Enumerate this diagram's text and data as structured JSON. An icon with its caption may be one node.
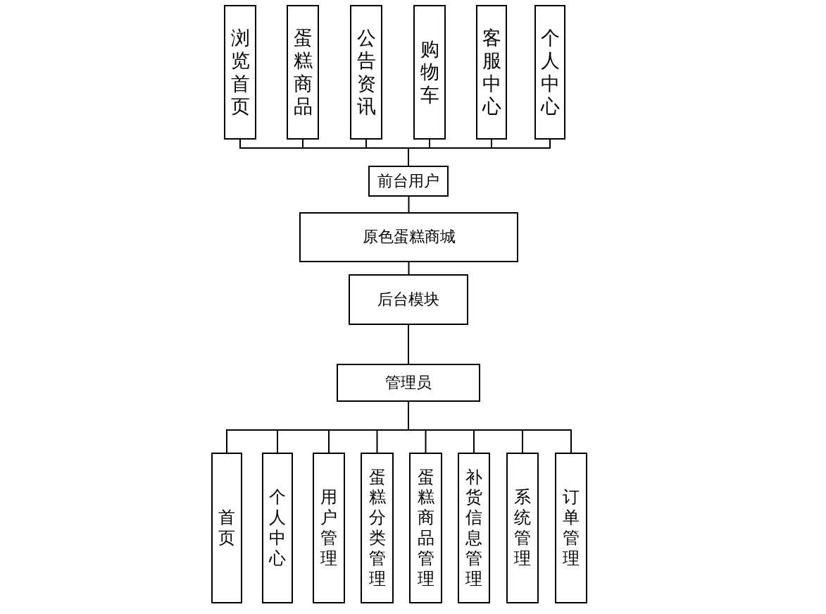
{
  "diagram": {
    "nodes": [
      {
        "text": [
          "浏览首页"
        ]
      },
      {
        "text": [
          "蛋糕商品"
        ]
      },
      {
        "text": [
          "公告资讯"
        ]
      },
      {
        "text": [
          "购物车"
        ]
      },
      {
        "text": [
          "客服中心"
        ]
      },
      {
        "text": [
          "个人中心"
        ]
      },
      {
        "text": [
          "前台用户"
        ]
      },
      {
        "text": [
          "原色蛋糕商城"
        ]
      },
      {
        "text": [
          "后台模块"
        ]
      },
      {
        "text": [
          "管理员"
        ]
      },
      {
        "text": [
          "首页"
        ]
      },
      {
        "text": [
          "个人中心"
        ]
      },
      {
        "text": [
          "用户管理"
        ]
      },
      {
        "text": [
          "蛋糕分类管理"
        ]
      },
      {
        "text": [
          "蛋糕商品管理"
        ]
      },
      {
        "text": [
          "补货信息管理"
        ]
      },
      {
        "text": [
          "系统管理"
        ]
      },
      {
        "text": [
          "订单管理"
        ]
      }
    ],
    "edges": [
      {
        "from": 6,
        "to": 0,
        "arrow": "none"
      },
      {
        "from": 6,
        "to": 1,
        "arrow": "none"
      },
      {
        "from": 6,
        "to": 2,
        "arrow": "none"
      },
      {
        "from": 6,
        "to": 3,
        "arrow": "none"
      },
      {
        "from": 6,
        "to": 4,
        "arrow": "none"
      },
      {
        "from": 6,
        "to": 5,
        "arrow": "none"
      },
      {
        "from": 7,
        "to": 6,
        "arrow": "none"
      },
      {
        "from": 7,
        "to": 8,
        "arrow": "none"
      },
      {
        "from": 8,
        "to": 9,
        "arrow": "none"
      },
      {
        "from": 9,
        "to": 10,
        "arrow": "none"
      },
      {
        "from": 9,
        "to": 11,
        "arrow": "none"
      },
      {
        "from": 9,
        "to": 12,
        "arrow": "none"
      },
      {
        "from": 9,
        "to": 13,
        "arrow": "none"
      },
      {
        "from": 9,
        "to": 14,
        "arrow": "none"
      },
      {
        "from": 9,
        "to": 15,
        "arrow": "none"
      },
      {
        "from": 9,
        "to": 16,
        "arrow": "none"
      },
      {
        "from": 9,
        "to": 17,
        "arrow": "none"
      }
    ]
  }
}
